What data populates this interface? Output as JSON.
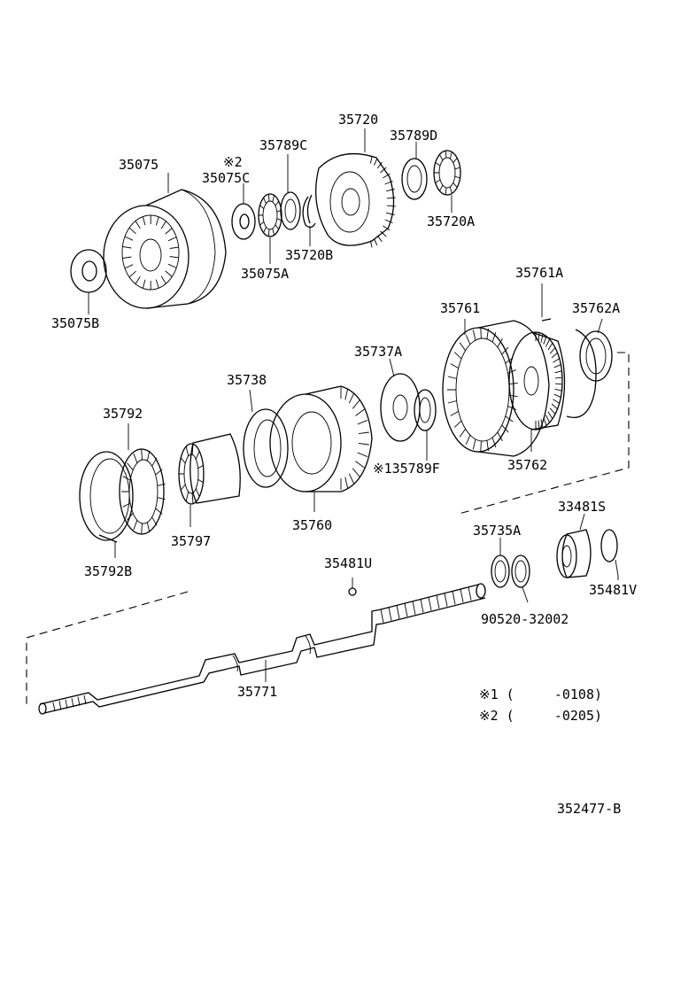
{
  "labels": {
    "p35075": "35075",
    "p35075B": "35075B",
    "p35075C_mark": "※2",
    "p35075C": "35075C",
    "p35075A": "35075A",
    "p35789C": "35789C",
    "p35720": "35720",
    "p35789D": "35789D",
    "p35720A": "35720A",
    "p35720B": "35720B",
    "p35761A": "35761A",
    "p35761": "35761",
    "p35762A": "35762A",
    "p35737A": "35737A",
    "p35738": "35738",
    "p35792": "35792",
    "p35789F": "※135789F",
    "p35762": "35762",
    "p35760": "35760",
    "p35797": "35797",
    "p35792B": "35792B",
    "p33481S": "33481S",
    "p35735A": "35735A",
    "p35481U": "35481U",
    "p35481V": "35481V",
    "p90520": "90520-32002",
    "p35771": "35771"
  },
  "notes": {
    "note1": "※1 (     -0108)",
    "note2": "※2 (     -0205)"
  },
  "diagram_code": "352477-B"
}
